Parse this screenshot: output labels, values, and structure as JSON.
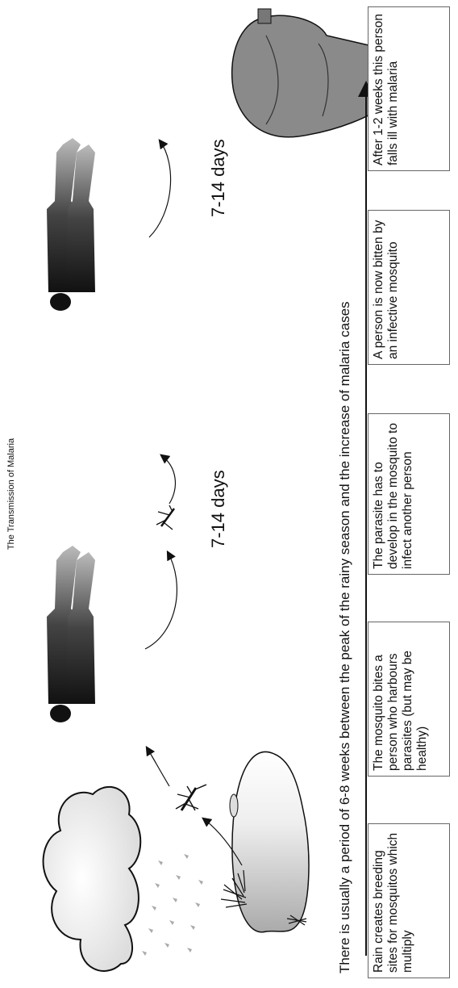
{
  "title": "The Transmission of Malaria",
  "interval_labels": [
    "7-14 days",
    "7-14 days"
  ],
  "timeline_text": "There is usually a period of 6-8 weeks between the peak of the rainy season and the increase of malaria cases",
  "steps": [
    {
      "text": "Rain creates breeding sites for mosquitos which multiply"
    },
    {
      "text": "The mosquito bites a person who harbours parasites (but may be healthy)"
    },
    {
      "text": "The parasite has to develop in the mosquito to infect another person"
    },
    {
      "text": "A person is now bitten by an infective mosquito"
    },
    {
      "text": "After 1-2 weeks this person falls ill with malaria"
    }
  ]
}
